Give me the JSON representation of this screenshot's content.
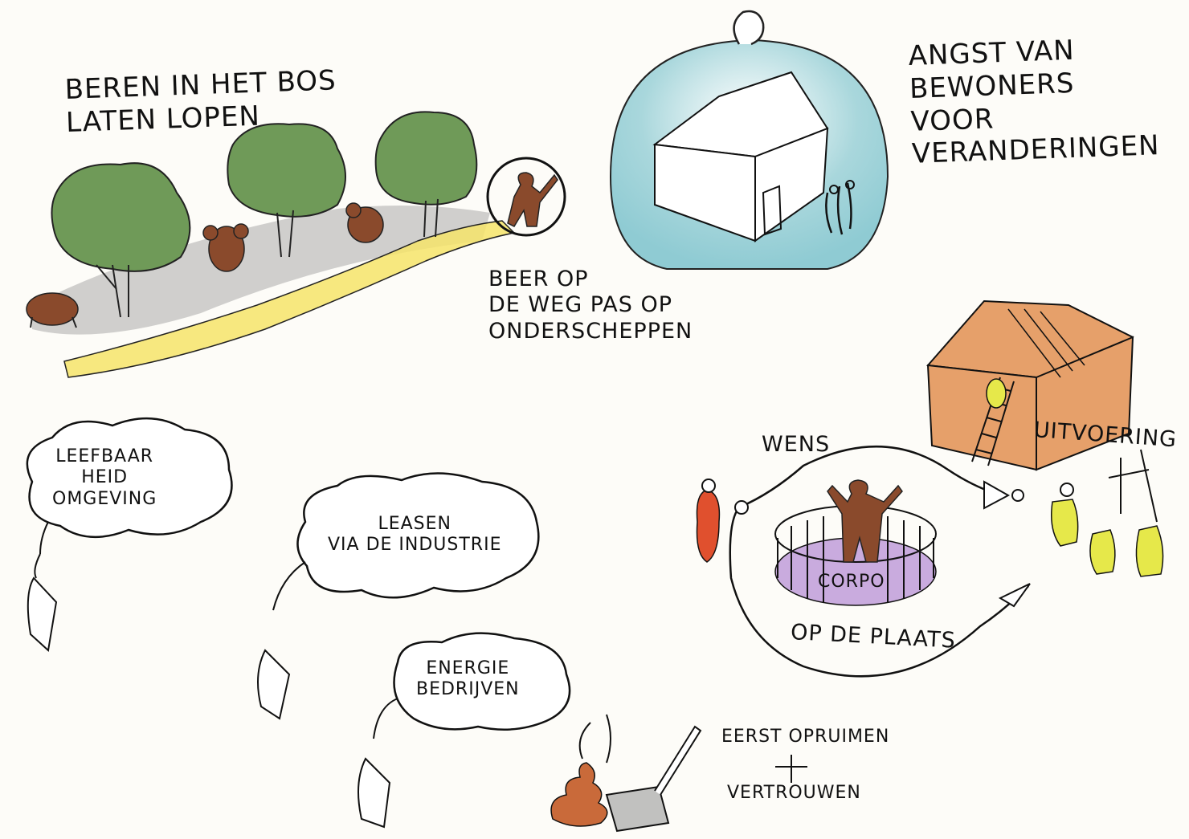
{
  "labels": {
    "bears_in_forest": "BEREN IN HET BOS\nLATEN LOPEN",
    "fear_residents": "ANGST VAN\nBEWONERS\nVOOR\nVERANDERINGEN",
    "bear_on_road": "BEER OP\nDE WEG PAS OP\nONDERSCHEPPEN",
    "livability": "LEEFBAAR\nHEID\nOMGEVING",
    "leasing": "LEASEN\nVIA DE INDUSTRIE",
    "energy": "ENERGIE\nBEDRIJVEN",
    "wish": "WENS",
    "execution": "UITVOERING",
    "corpo": "CORPO",
    "on_the_spot": "OP DE PLAATS",
    "clean_first": "EERST OPRUIMEN",
    "trust": "VERTROUWEN"
  },
  "colors": {
    "tree": "#6f9a58",
    "tree_dark": "#4f7a3e",
    "road": "#f6e46a",
    "bear": "#8a4a2c",
    "dome": "#a9d7dc",
    "shed": "#e6a06a",
    "corpo_floor": "#b790d6",
    "wens_figure": "#e0502e",
    "worker": "#e6e84a",
    "worker_dark": "#3a3a3a",
    "poop": "#c96a3a"
  }
}
